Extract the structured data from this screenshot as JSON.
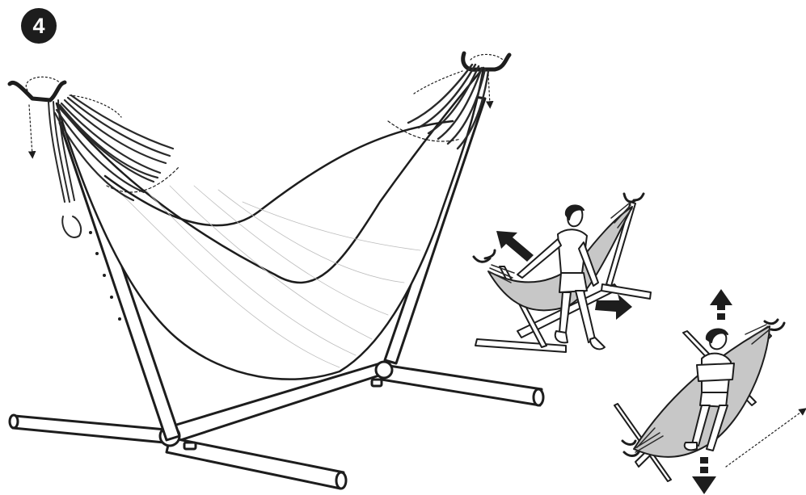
{
  "step": {
    "number": "4"
  },
  "colors": {
    "ink": "#1d1d1d",
    "fabric_light": "#ffffff",
    "fabric_gray": "#c7c7c7",
    "stripes": "#2a2a2a"
  },
  "icons": {
    "main": "hammock-on-stand",
    "inset_sit": "person-sitting-down-arrows",
    "inset_lie": "person-lying-diagonal-arrows"
  }
}
